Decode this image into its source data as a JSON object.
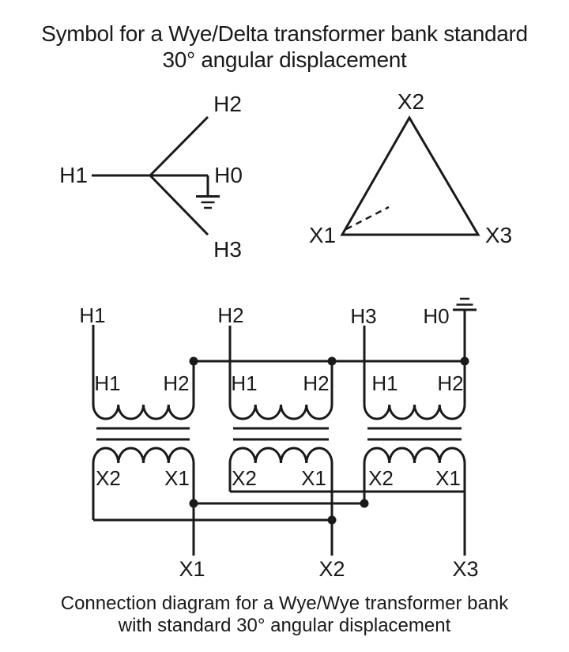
{
  "page": {
    "title_line1": "Symbol for a Wye/Delta transformer bank standard",
    "title_line2": "30° angular displacement",
    "caption_line1": "Connection diagram for a Wye/Wye transformer bank",
    "caption_line2": "with standard 30° angular displacement"
  },
  "wye_symbol": {
    "h1": "H1",
    "h2": "H2",
    "h0": "H0",
    "h3": "H3"
  },
  "delta_symbol": {
    "x1": "X1",
    "x2": "X2",
    "x3": "X3"
  },
  "connection": {
    "top": {
      "h1": "H1",
      "h2": "H2",
      "h3": "H3",
      "h0": "H0"
    },
    "t1": {
      "p_left": "H1",
      "p_right": "H2",
      "s_left": "X2",
      "s_right": "X1"
    },
    "t2": {
      "p_left": "H1",
      "p_right": "H2",
      "s_left": "X2",
      "s_right": "X1"
    },
    "t3": {
      "p_left": "H1",
      "p_right": "H2",
      "s_left": "X2",
      "s_right": "X1"
    },
    "bottom": {
      "x1": "X1",
      "x2": "X2",
      "x3": "X3"
    }
  },
  "colors": {
    "ink": "#1a1a1a",
    "background": "#ffffff"
  }
}
